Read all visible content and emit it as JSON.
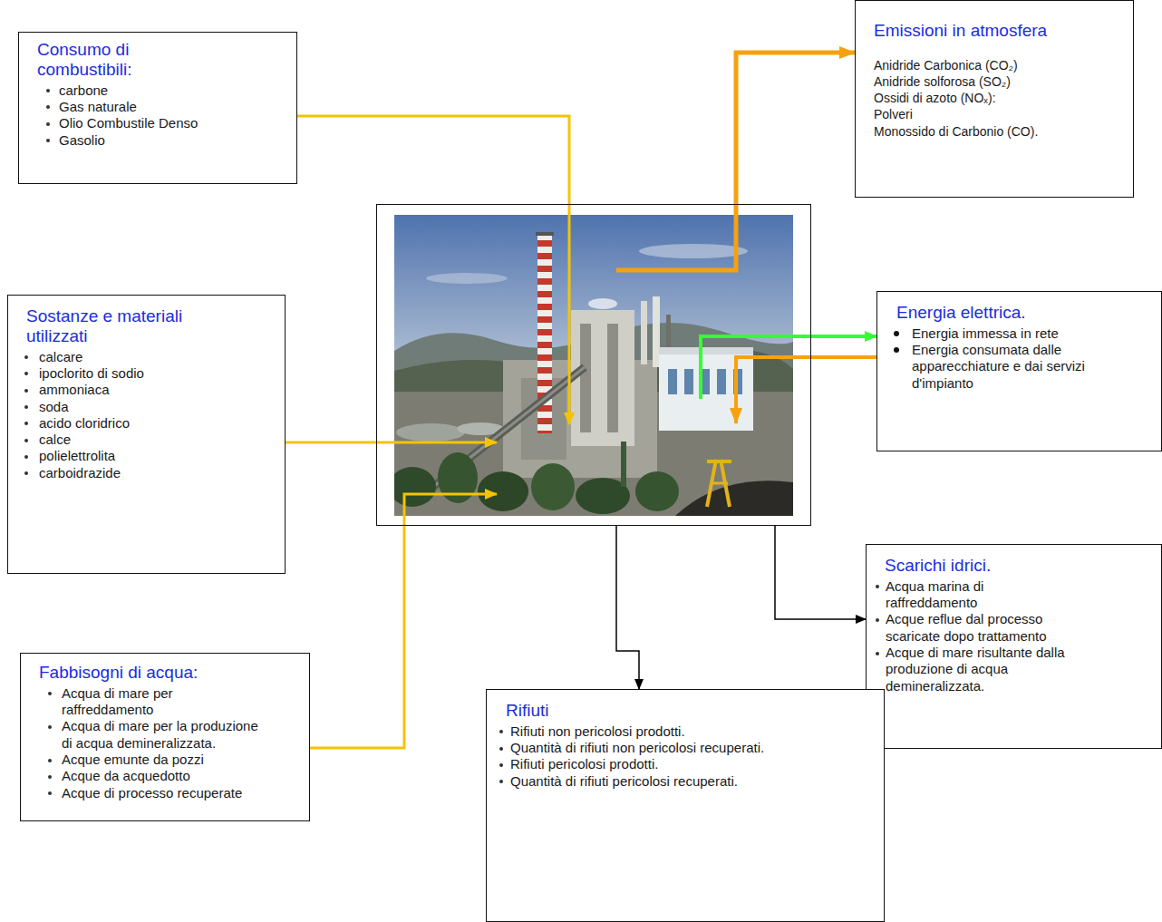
{
  "diagram": {
    "nodes": [
      {
        "text": [
          "Consumo di combustibili:",
          "carbone",
          "Gas naturale",
          "Olio Combustile Denso",
          "Gasolio"
        ]
      },
      {
        "text": [
          "Emissioni in atmosfera",
          "Anidride Carbonica (CO₂)",
          "Anidride solforosa (SO₂)",
          "Ossidi di azoto (NOₓ):",
          "Polveri",
          "Monossido di Carbonio (CO)."
        ]
      },
      {
        "text": []
      },
      {
        "text": [
          "Sostanze e materiali utilizzati",
          "calcare",
          "ipoclorito di sodio",
          "ammoniaca",
          "soda",
          "acido cloridrico",
          "calce",
          "polielettrolita",
          "carboidrazide"
        ]
      },
      {
        "text": [
          "Energia elettrica.",
          "Energia immessa in rete",
          "Energia consumata dalle apparecchiature e dai servizi d'impianto"
        ]
      },
      {
        "text": [
          "Scarichi idrici.",
          "Acqua marina di raffreddamento",
          "Acque reflue dal processo scaricate dopo trattamento",
          "Acque di mare risultante dalla produzione di acqua demineralizzata."
        ]
      },
      {
        "text": [
          "Fabbisogni di acqua:",
          "Acqua di mare per raffreddamento",
          "Acqua di mare per la produzione di acqua demineralizzata.",
          "Acque emunte da pozzi",
          "Acque da acquedotto",
          "Acque di processo recuperate"
        ]
      },
      {
        "text": [
          "Rifiuti",
          "Rifiuti non pericolosi prodotti.",
          "Quantità di rifiuti non pericolosi recuperati.",
          "Rifiuti pericolosi prodotti.",
          "Quantità di rifiuti pericolosi recuperati."
        ]
      }
    ],
    "edges": [
      {
        "from": 0,
        "to": 2,
        "arrow": "to"
      },
      {
        "from": 2,
        "to": 1,
        "arrow": "to"
      },
      {
        "from": 3,
        "to": 2,
        "arrow": "to"
      },
      {
        "from": 6,
        "to": 2,
        "arrow": "to"
      },
      {
        "from": 2,
        "to": 4,
        "arrow": "to"
      },
      {
        "from": 4,
        "to": 2,
        "arrow": "to"
      },
      {
        "from": 2,
        "to": 5,
        "arrow": "to"
      },
      {
        "from": 2,
        "to": 7,
        "arrow": "to"
      }
    ]
  }
}
